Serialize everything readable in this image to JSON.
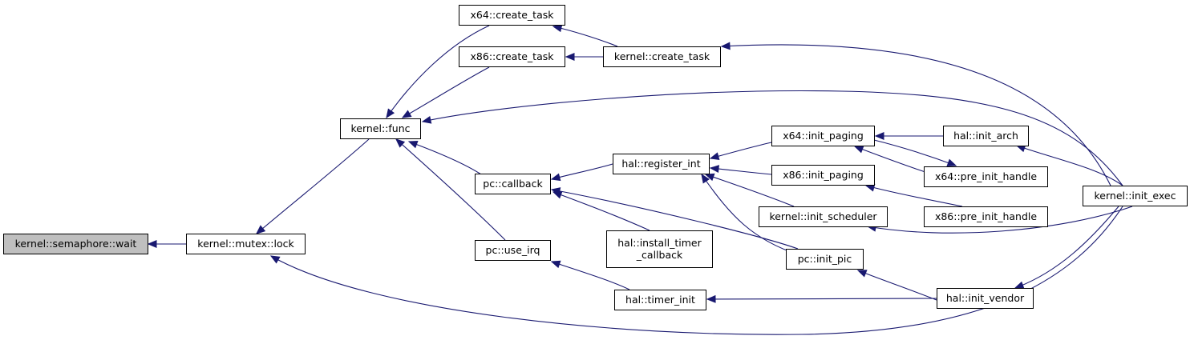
{
  "graph": {
    "nodes": {
      "semaphore_wait": {
        "lines": [
          "kernel::semaphore::wait"
        ],
        "highlight": true
      },
      "mutex_lock": {
        "lines": [
          "kernel::mutex::lock"
        ]
      },
      "func": {
        "lines": [
          "kernel::func"
        ]
      },
      "x64_create_task": {
        "lines": [
          "x64::create_task"
        ]
      },
      "x86_create_task": {
        "lines": [
          "x86::create_task"
        ]
      },
      "kernel_create_task": {
        "lines": [
          "kernel::create_task"
        ]
      },
      "pc_callback": {
        "lines": [
          "pc::callback"
        ]
      },
      "pc_use_irq": {
        "lines": [
          "pc::use_irq"
        ]
      },
      "hal_register_int": {
        "lines": [
          "hal::register_int"
        ]
      },
      "hal_install_timer_callback": {
        "lines": [
          "hal::install_timer",
          "_callback"
        ]
      },
      "hal_timer_init": {
        "lines": [
          "hal::timer_init"
        ]
      },
      "x64_init_paging": {
        "lines": [
          "x64::init_paging"
        ]
      },
      "x86_init_paging": {
        "lines": [
          "x86::init_paging"
        ]
      },
      "kernel_init_scheduler": {
        "lines": [
          "kernel::init_scheduler"
        ]
      },
      "pc_init_pic": {
        "lines": [
          "pc::init_pic"
        ]
      },
      "hal_init_arch": {
        "lines": [
          "hal::init_arch"
        ]
      },
      "x64_pre_init_handle": {
        "lines": [
          "x64::pre_init_handle"
        ]
      },
      "x86_pre_init_handle": {
        "lines": [
          "x86::pre_init_handle"
        ]
      },
      "hal_init_vendor": {
        "lines": [
          "hal::init_vendor"
        ]
      },
      "kernel_init_exec": {
        "lines": [
          "kernel::init_exec"
        ]
      }
    },
    "edges": [
      {
        "from": "mutex_lock",
        "to": "semaphore_wait"
      },
      {
        "from": "func",
        "to": "mutex_lock"
      },
      {
        "from": "kernel_init_exec",
        "to": "mutex_lock"
      },
      {
        "from": "x64_create_task",
        "to": "func"
      },
      {
        "from": "x86_create_task",
        "to": "func"
      },
      {
        "from": "pc_callback",
        "to": "func"
      },
      {
        "from": "pc_use_irq",
        "to": "func"
      },
      {
        "from": "kernel_init_exec",
        "to": "func"
      },
      {
        "from": "kernel_create_task",
        "to": "x64_create_task"
      },
      {
        "from": "kernel_create_task",
        "to": "x86_create_task"
      },
      {
        "from": "kernel_init_exec",
        "to": "kernel_create_task"
      },
      {
        "from": "hal_register_int",
        "to": "pc_callback"
      },
      {
        "from": "hal_install_timer_callback",
        "to": "pc_callback"
      },
      {
        "from": "pc_init_pic",
        "to": "pc_callback"
      },
      {
        "from": "hal_timer_init",
        "to": "pc_use_irq"
      },
      {
        "from": "x64_init_paging",
        "to": "hal_register_int"
      },
      {
        "from": "x86_init_paging",
        "to": "hal_register_int"
      },
      {
        "from": "kernel_init_scheduler",
        "to": "hal_register_int"
      },
      {
        "from": "pc_init_pic",
        "to": "hal_register_int"
      },
      {
        "from": "hal_init_vendor",
        "to": "hal_timer_init"
      },
      {
        "from": "hal_init_arch",
        "to": "x64_init_paging"
      },
      {
        "from": "x64_pre_init_handle",
        "to": "x64_init_paging"
      },
      {
        "from": "x86_pre_init_handle",
        "to": "x86_init_paging"
      },
      {
        "from": "kernel_init_exec",
        "to": "kernel_init_scheduler"
      },
      {
        "from": "hal_init_vendor",
        "to": "pc_init_pic"
      },
      {
        "from": "x64_init_paging",
        "to": "x64_pre_init_handle"
      },
      {
        "from": "kernel_init_exec",
        "to": "hal_init_arch"
      },
      {
        "from": "kernel_init_exec",
        "to": "hal_init_vendor"
      }
    ]
  }
}
